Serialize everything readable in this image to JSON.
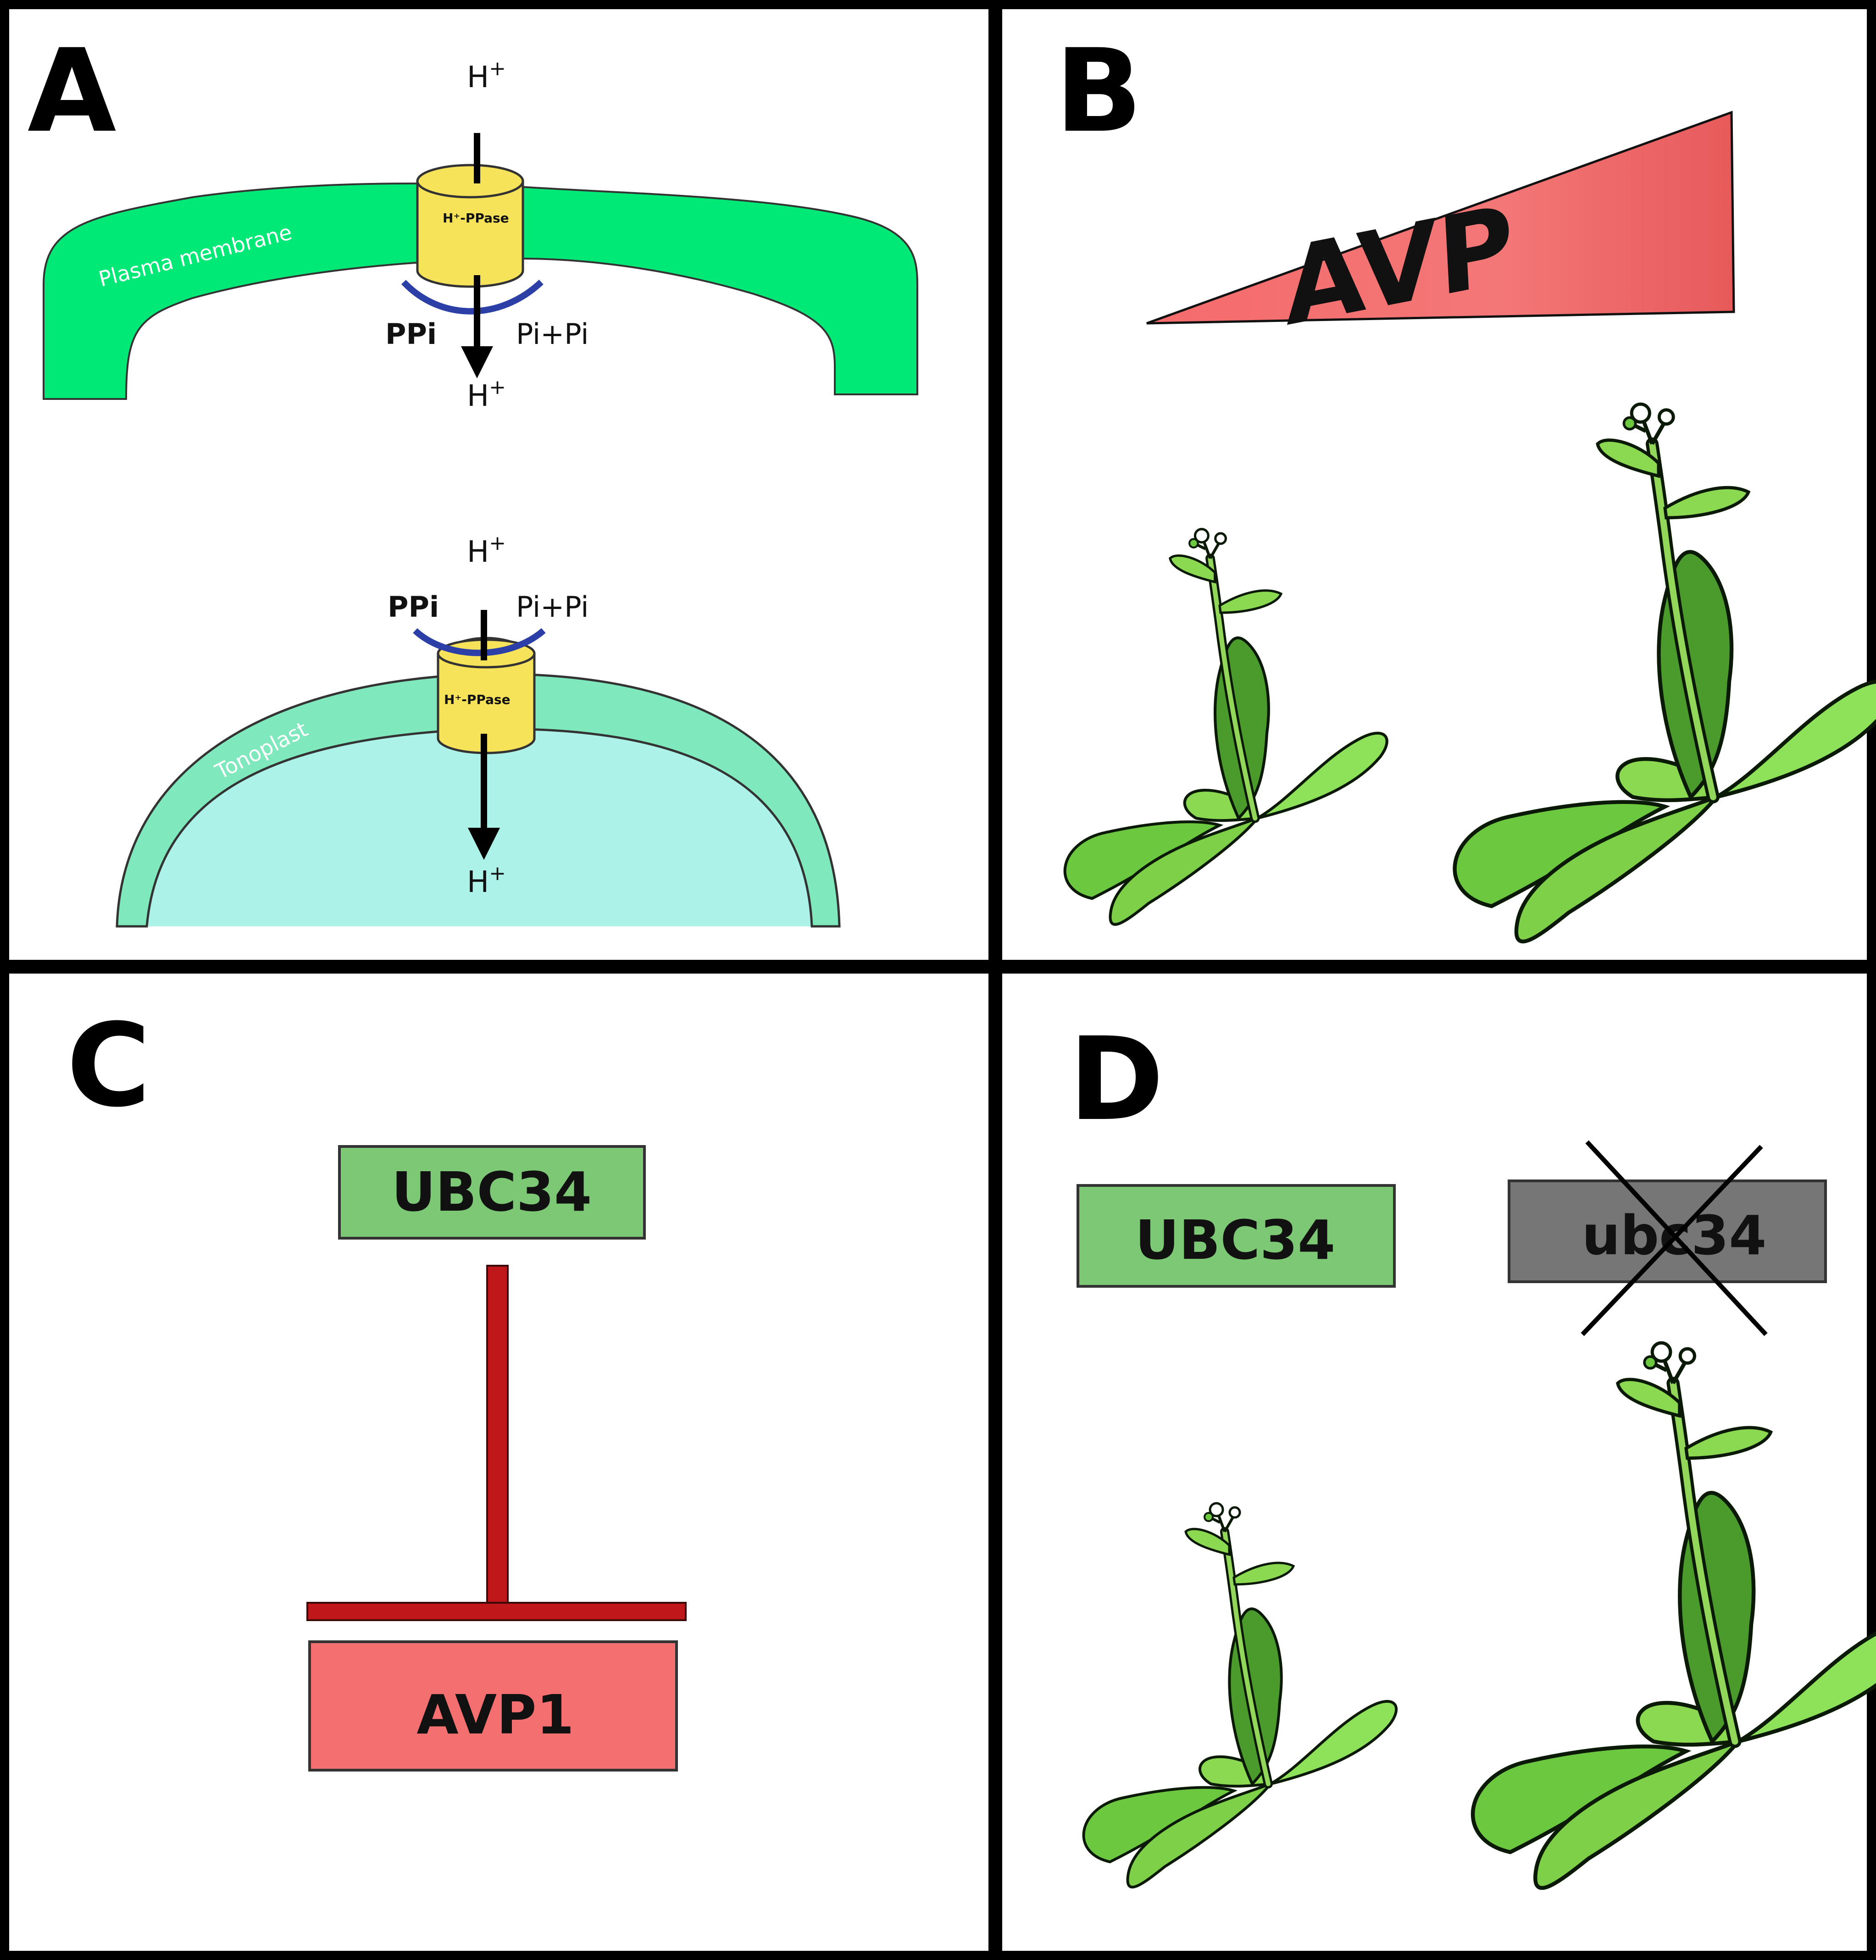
{
  "panels": {
    "a": {
      "letter": "A",
      "plasma_membrane_label": "Plasma membrane",
      "tonoplast_label": "Tonoplast",
      "pump_label": "H⁺-PPase",
      "proton": "H",
      "proton_charge": "+",
      "ppi_label": "PPi",
      "pi_pi_label": "Pi+Pi",
      "colors": {
        "plasma_membrane": "#00e876",
        "tonoplast": "#7fe9bd",
        "vacuole": "#adf2e8",
        "pump": "#f6e35a",
        "ppi_arc": "#2b3fa6"
      }
    },
    "b": {
      "letter": "B",
      "wedge_label": "AVP",
      "colors": {
        "wedge": "#f46a6a"
      }
    },
    "c": {
      "letter": "C",
      "top_box_label": "UBC34",
      "bottom_box_label": "AVP1",
      "colors": {
        "top_box": "#7dc874",
        "bottom_box": "#f47070",
        "inhibitor": "#c0171a"
      }
    },
    "d": {
      "letter": "D",
      "wildtype_label": "UBC34",
      "mutant_label": "ubc34",
      "colors": {
        "wildtype_box": "#7dc874",
        "mutant_box": "#767676"
      }
    }
  },
  "colors": {
    "leaf_light": "#8bd851",
    "leaf_mid": "#6cc83f",
    "leaf_dark": "#4a9a2c",
    "stem": "#92d65a",
    "outline": "#0b1a06"
  }
}
